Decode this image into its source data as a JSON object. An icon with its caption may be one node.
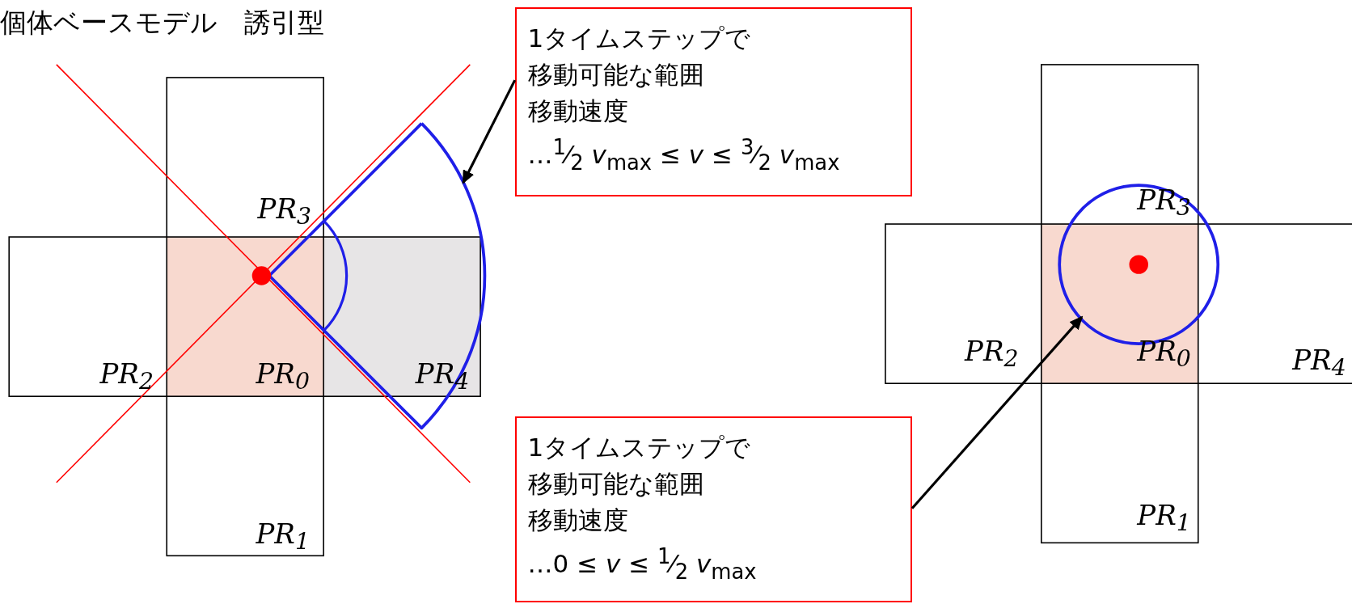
{
  "diagram": {
    "title": "個体ベースモデル　誘引型",
    "nodes": [
      {
        "text": [
          "1タイムステップで移動可能な範囲",
          "移動速度",
          "…$^{1}$⁄$_{2}$ *v*$_{max}$ ≤ *v* ≤ $^{3}$⁄$_{2}$ *v*$_{max}$"
        ]
      },
      {
        "text": [
          "1タイムステップで移動可能な範囲",
          "移動速度",
          "…0 ≤ *v* ≤ $^{1}$⁄$_{2}$ *v*$_{max}$"
        ]
      },
      {
        "text": [],
        "shape": "sector"
      },
      {
        "text": [],
        "shape": "circle"
      }
    ],
    "edges": [
      {
        "from": 0,
        "to": 2,
        "arrow": "to"
      },
      {
        "from": 1,
        "to": 3,
        "arrow": "to"
      }
    ],
    "labels": [
      "PR$_{3}$",
      "PR$_{2}$",
      "PR$_{0}$",
      "PR$_{4}$",
      "PR$_{1}$",
      "PR$_{3}$",
      "PR$_{2}$",
      "PR$_{0}$",
      "PR$_{4}$",
      "PR$_{1}$"
    ]
  }
}
